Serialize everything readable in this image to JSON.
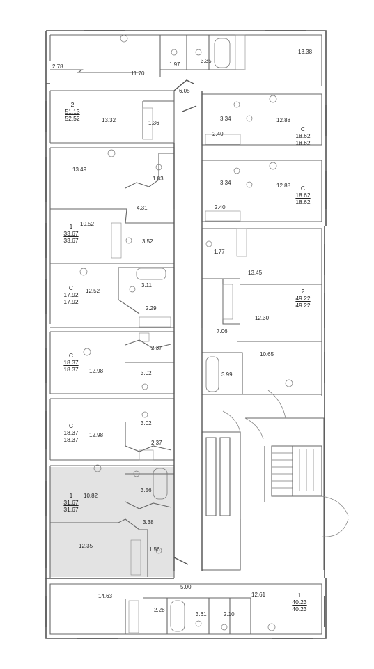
{
  "rooms": [
    {
      "id": "r1",
      "label": "2.78",
      "area": "2.78"
    },
    {
      "id": "r2",
      "label": "11.70",
      "area": "11.70"
    },
    {
      "id": "r3",
      "label": "1.97",
      "area": "1.97"
    },
    {
      "id": "r4",
      "label": "3.35",
      "area": "3.35"
    },
    {
      "id": "r5",
      "label": "13.38",
      "area": "13.38"
    },
    {
      "id": "r6",
      "label": "6.05",
      "area": "6.05"
    },
    {
      "id": "r7",
      "label": "13.32",
      "area": "13.32"
    },
    {
      "id": "r8",
      "label": "1.36",
      "area": "1.36"
    },
    {
      "id": "r9",
      "label": "3.34",
      "area": "3.34"
    },
    {
      "id": "r10",
      "label": "12.88",
      "area": "12.88"
    },
    {
      "id": "r11",
      "label": "2.40",
      "area": "2.40"
    },
    {
      "id": "r12",
      "label": "13.49",
      "area": "13.49"
    },
    {
      "id": "r13",
      "label": "1.83",
      "area": "1.83"
    },
    {
      "id": "r14",
      "label": "3.34",
      "area": "3.34"
    },
    {
      "id": "r15",
      "label": "12.88",
      "area": "12.88"
    },
    {
      "id": "r16",
      "label": "2.40",
      "area": "2.40"
    },
    {
      "id": "r17",
      "label": "4.31",
      "area": "4.31"
    },
    {
      "id": "r18",
      "label": "10.52",
      "area": "10.52"
    },
    {
      "id": "r19",
      "label": "3.52",
      "area": "3.52"
    },
    {
      "id": "r20",
      "label": "1.77",
      "area": "1.77"
    },
    {
      "id": "r21",
      "label": "13.45",
      "area": "13.45"
    },
    {
      "id": "r22",
      "label": "12.52",
      "area": "12.52"
    },
    {
      "id": "r23",
      "label": "3.11",
      "area": "3.11"
    },
    {
      "id": "r24",
      "label": "2.29",
      "area": "2.29"
    },
    {
      "id": "r25",
      "label": "12.30",
      "area": "12.30"
    },
    {
      "id": "r26",
      "label": "7.06",
      "area": "7.06"
    },
    {
      "id": "r27",
      "label": "2.37",
      "area": "2.37"
    },
    {
      "id": "r28",
      "label": "12.98",
      "area": "12.98"
    },
    {
      "id": "r29",
      "label": "3.02",
      "area": "3.02"
    },
    {
      "id": "r30",
      "label": "10.65",
      "area": "10.65"
    },
    {
      "id": "r31",
      "label": "3.99",
      "area": "3.99"
    },
    {
      "id": "r32",
      "label": "12.98",
      "area": "12.98"
    },
    {
      "id": "r33",
      "label": "3.02",
      "area": "3.02"
    },
    {
      "id": "r34",
      "label": "2.37",
      "area": "2.37"
    },
    {
      "id": "r35",
      "label": "10.82",
      "area": "10.82"
    },
    {
      "id": "r36",
      "label": "3.56",
      "area": "3.56"
    },
    {
      "id": "r37",
      "label": "3.38",
      "area": "3.38"
    },
    {
      "id": "r38",
      "label": "12.35",
      "area": "12.35"
    },
    {
      "id": "r39",
      "label": "1.56",
      "area": "1.56"
    },
    {
      "id": "r40",
      "label": "5.00",
      "area": "5.00"
    },
    {
      "id": "r41",
      "label": "14.63",
      "area": "14.63"
    },
    {
      "id": "r42",
      "label": "12.61",
      "area": "12.61"
    },
    {
      "id": "r43",
      "label": "2.28",
      "area": "2.28"
    },
    {
      "id": "r44",
      "label": "3.61",
      "area": "3.61"
    },
    {
      "id": "r45",
      "label": "2.10",
      "area": "2.10"
    }
  ],
  "apartments": [
    {
      "id": "a1",
      "rooms": "2",
      "living": "51.13",
      "total": "52.52",
      "highlighted": false
    },
    {
      "id": "a2",
      "rooms": "С",
      "living": "18.62",
      "total": "18.62",
      "highlighted": false
    },
    {
      "id": "a3",
      "rooms": "С",
      "living": "18.62",
      "total": "18.62",
      "highlighted": false
    },
    {
      "id": "a4",
      "rooms": "1",
      "living": "33.67",
      "total": "33.67",
      "highlighted": false
    },
    {
      "id": "a5",
      "rooms": "С",
      "living": "17.92",
      "total": "17.92",
      "highlighted": false
    },
    {
      "id": "a6",
      "rooms": "2",
      "living": "49.22",
      "total": "49.22",
      "highlighted": false
    },
    {
      "id": "a7",
      "rooms": "С",
      "living": "18.37",
      "total": "18.37",
      "highlighted": false
    },
    {
      "id": "a8",
      "rooms": "С",
      "living": "18.37",
      "total": "18.37",
      "highlighted": false
    },
    {
      "id": "a9",
      "rooms": "1",
      "living": "31.67",
      "total": "31.67",
      "highlighted": true
    },
    {
      "id": "a10",
      "rooms": "1",
      "living": "40.23",
      "total": "40.23",
      "highlighted": false
    }
  ],
  "watermark": "",
  "colors": {
    "wall": "#555555",
    "line": "#777777",
    "highlight": "#e3e3e3",
    "background": "#ffffff"
  }
}
